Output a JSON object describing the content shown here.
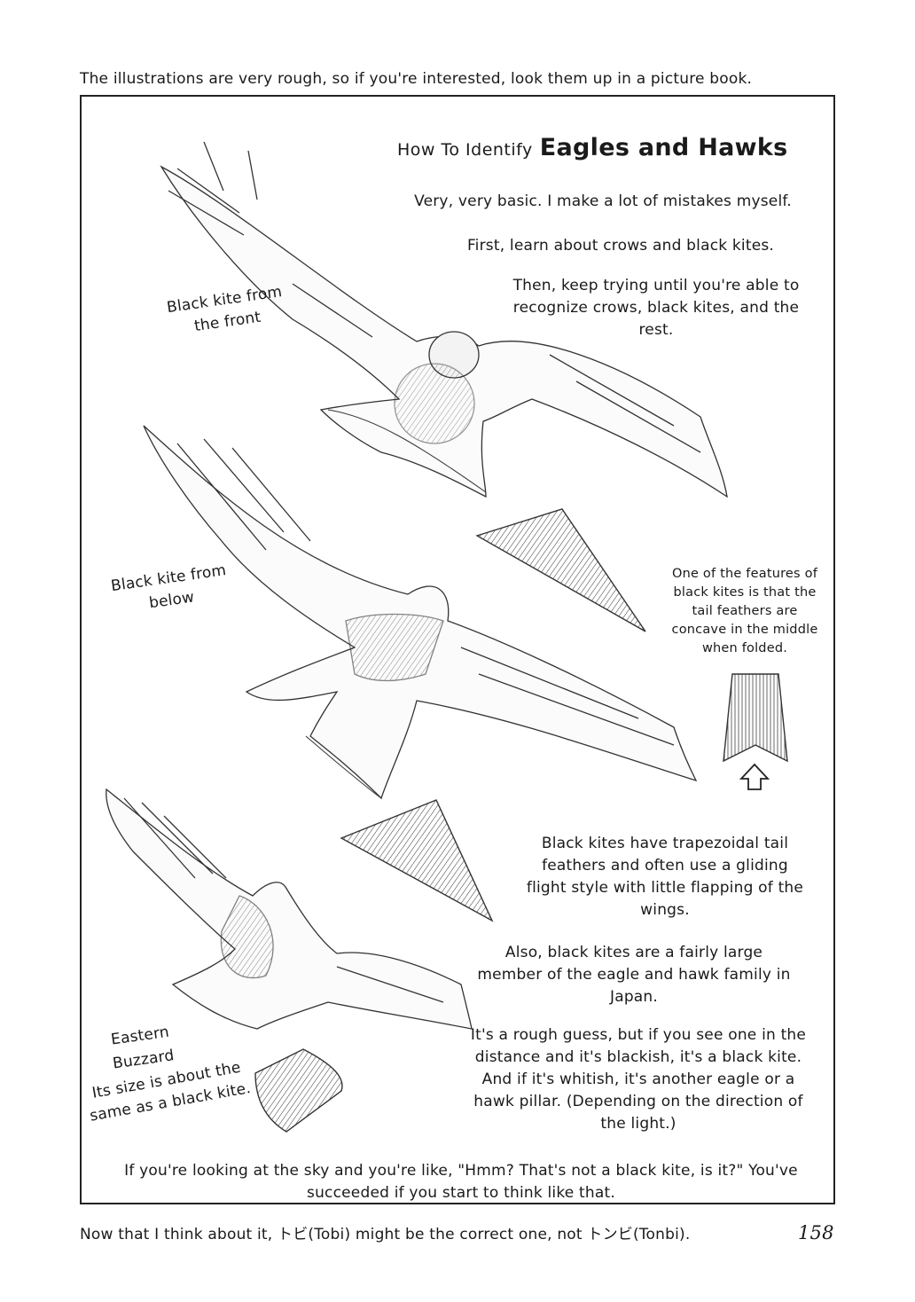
{
  "top_note": "The illustrations are very rough, so if you're interested, look them up in a picture book.",
  "panel": {
    "title_small": "How To Identify",
    "title_big": "Eagles and Hawks",
    "subtitle": "Very, very basic. I make a lot of mistakes myself.",
    "step1": "First, learn about crows and black kites.",
    "step2": "Then, keep trying until you're able to recognize crows, black kites, and the rest.",
    "label_front": "Black kite from the front",
    "label_below": "Black kite from below",
    "tail_note": "One of the features of black kites is that the tail feathers are concave in the middle when folded.",
    "para_trapezoid": "Black kites have trapezoidal tail feathers and often use a gliding flight style with little flapping of the wings.",
    "para_size": "Also, black kites are a fairly large member of the eagle and hawk family in Japan.",
    "para_guess": "It's a rough guess, but if you see one in the distance and it's blackish, it's a black kite. And if it's whitish, it's another eagle or a hawk pillar. (Depending on the direction of the light.)",
    "label_buzzard": "Eastern Buzzard",
    "label_buzzard_size": "Its size is about the same as a black kite.",
    "closing": "If you're looking at the sky and you're like, \"Hmm? That's not a black kite, is it?\" You've succeeded if you start to think like that."
  },
  "bottom_note": "Now that I think about it, トビ(Tobi) might be the correct one, not トンビ(Tonbi).",
  "page_number": "158",
  "colors": {
    "ink": "#1a1a1a",
    "paper": "#ffffff",
    "frame": "#222222"
  },
  "icons": [
    "black-kite-front-illustration",
    "black-kite-below-illustration",
    "eastern-buzzard-illustration",
    "up-arrow-icon"
  ]
}
